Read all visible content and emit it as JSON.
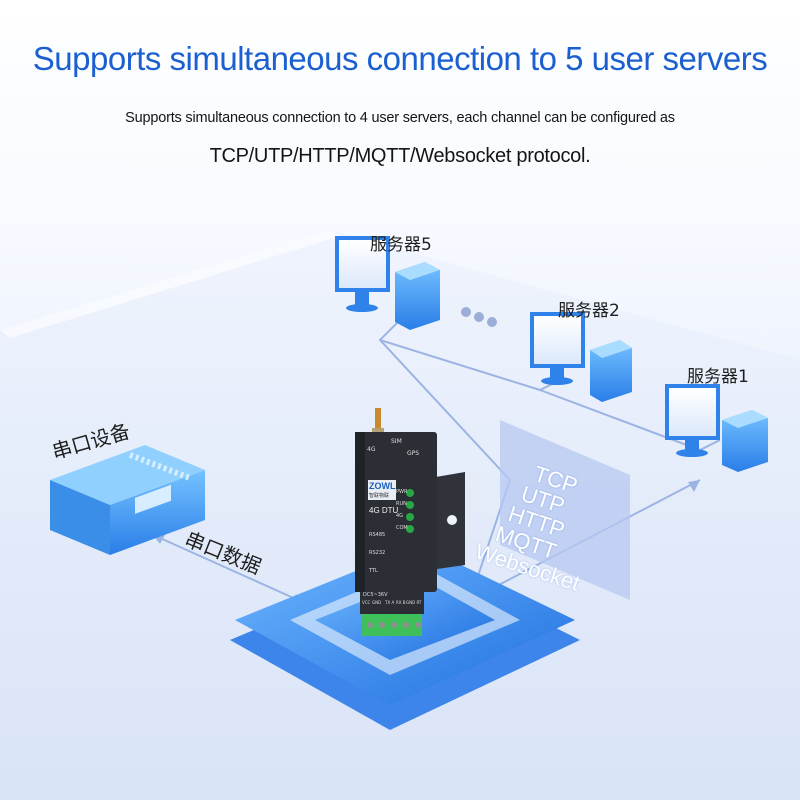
{
  "headline": "Supports simultaneous connection to 5 user servers",
  "subtitle_line1": "Supports simultaneous connection to 4 user servers, each channel can be configured as",
  "subtitle_line2": "TCP/UTP/HTTP/MQTT/Websocket protocol.",
  "servers": [
    {
      "label": "服务器5"
    },
    {
      "label": "服务器2"
    },
    {
      "label": "服务器1"
    }
  ],
  "serial_device_label": "串口设备",
  "serial_data_label": "串口数据",
  "protocols": [
    "TCP",
    "UTP",
    "HTTP",
    "MQTT",
    "Websocket"
  ],
  "device": {
    "brand": "ZOWL",
    "brand_cn": "智联物联",
    "model": "4G DTU",
    "antenna_label": "4G",
    "sim_label": "SIM",
    "gps_label": "GPS",
    "leds": [
      "PWR",
      "RUN",
      "4G",
      "COM"
    ],
    "ports": [
      "RS485",
      "RS232",
      "TTL"
    ],
    "power_label": "DC5~36V",
    "terminals": [
      "VCC",
      "GND",
      "TX A",
      "RX B",
      "GND RT"
    ]
  },
  "colors": {
    "headline": "#1c5fd0",
    "glow_base": "#3a8cf2",
    "device_body": "#2b2f35",
    "terminal_green": "#3fbf5a",
    "connector_line": "#9cb4e3",
    "protocol_panel": "#b7c8f0"
  }
}
